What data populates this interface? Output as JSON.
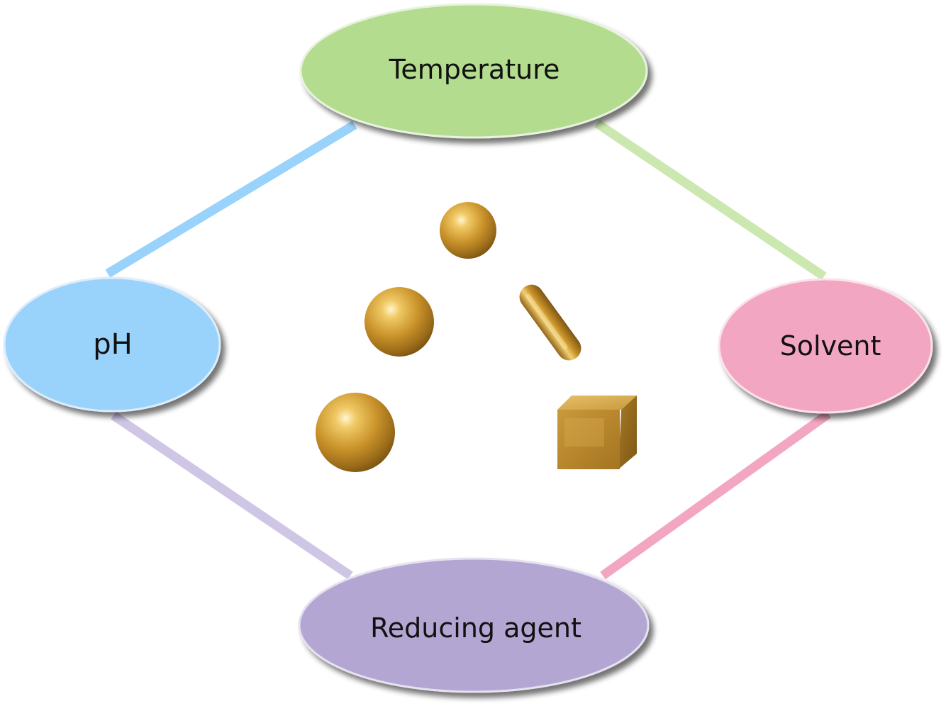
{
  "diagram": {
    "nodes": {
      "top": {
        "label": "Temperature",
        "fill": "#b3dc8e",
        "connector_color": "#cbe8b0"
      },
      "left": {
        "label": "pH",
        "fill": "#99d2fb",
        "connector_color": "#99d2fb"
      },
      "right": {
        "label": "Solvent",
        "fill": "#f3a6c2",
        "connector_color": "#f3a6c2"
      },
      "bottom": {
        "label": "Reducing agent",
        "fill": "#b4a6d3",
        "connector_color": "#cfc6e6"
      }
    },
    "center_particles": {
      "description_hidden": "",
      "shapes": [
        "sphere-small",
        "sphere-medium",
        "sphere-large",
        "rod",
        "cube"
      ],
      "color": "#c8942a"
    }
  }
}
